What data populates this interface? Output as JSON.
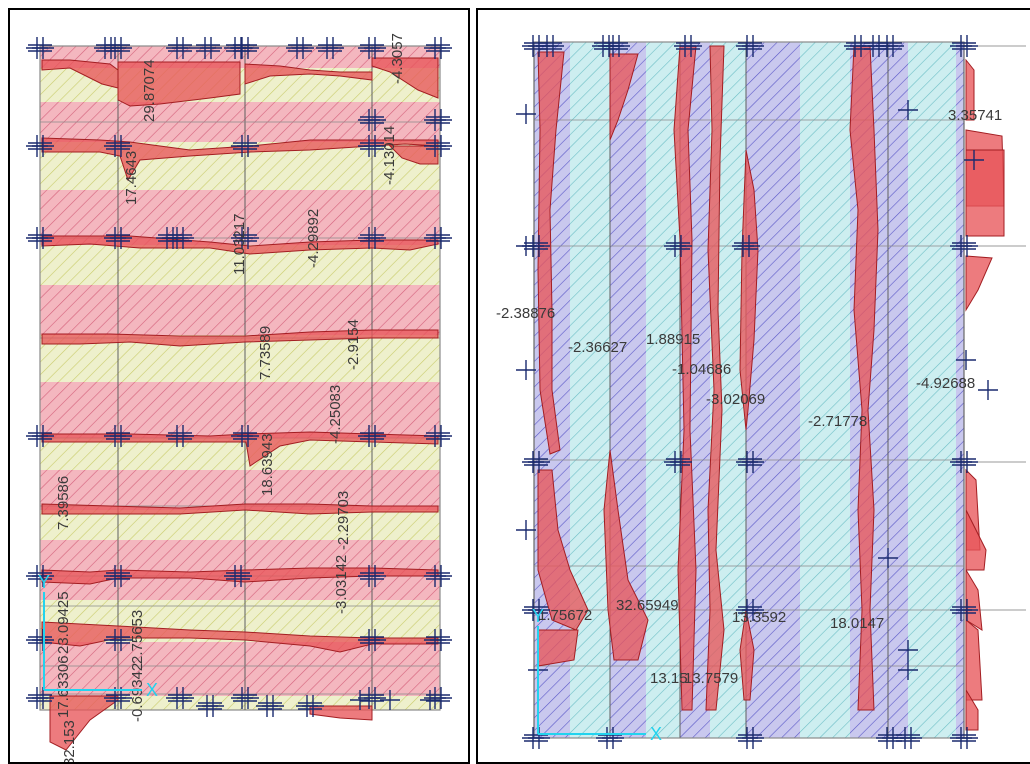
{
  "panes": [
    {
      "name": "left-slab-strip-moment-diagram",
      "labels": [
        "-4.3057",
        "-4.13014",
        "17.4643",
        "29.87074",
        "11.03217",
        "-4.29892",
        "7.73589",
        "-2.9154",
        "18.63943",
        "-4.25083",
        "-2.29703",
        "7.39586",
        "-3.03142",
        "23.09425",
        "17.63306",
        "-0.69342",
        "2.75653",
        "32.153"
      ]
    },
    {
      "name": "right-slab-strip-moment-diagram",
      "labels": [
        "3.35741",
        "-2.38876",
        "-2.36627",
        "1.88915",
        "-1.04686",
        "-3.02069",
        "-2.71778",
        "-4.92688",
        "1.75672",
        "32.65949",
        "13.3592",
        "18.0147",
        "13.15",
        "13.7579"
      ]
    }
  ],
  "axes": {
    "x_label": "X",
    "y_label": "Y"
  },
  "colors": {
    "moment_fill": "#e8565a",
    "moment_stroke": "#a31e22",
    "grid_line": "#1a2a6e",
    "left_band_red": "#f4b7bf",
    "left_band_yellow": "#eef0cc",
    "right_band_blue": "#c9c8ee",
    "right_band_cyan": "#cdeef0",
    "axis_cyan": "#22d3ee"
  }
}
